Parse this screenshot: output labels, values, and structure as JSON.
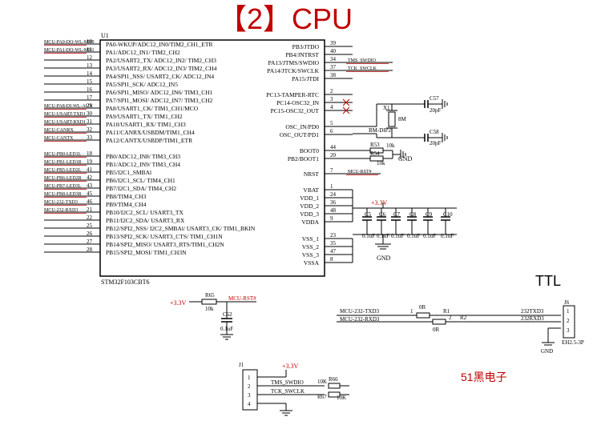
{
  "title": "【2】CPU",
  "ttl_label": "TTL",
  "brand_label": "51黑电子",
  "chip": {
    "ref": "U1",
    "part": "STM32F103CBT6",
    "left_pins": [
      {
        "num": "10",
        "name": "PA0-WKUP/ADC12_IN0/TIM2_CH1_ETR",
        "net": "MCU-PA0-DO-WL-MD0"
      },
      {
        "num": "11",
        "name": "PA1/ADC12_IN1/ TIM2_CH2",
        "net": "MCU-PA1-DO-WL-MD1"
      },
      {
        "num": "12",
        "name": "PA2/USART2_TX/ ADC12_IN2/ TIM2_CH3",
        "net": ""
      },
      {
        "num": "13",
        "name": "PA3/USART2_RX/ ADC12_IN3/ TIM2_CH4",
        "net": ""
      },
      {
        "num": "14",
        "name": "PA4/SPI1_NSS/ USART2_CK/ ADC12_IN4",
        "net": ""
      },
      {
        "num": "15",
        "name": "PA5/SPI1_SCK/ ADC12_IN5",
        "net": ""
      },
      {
        "num": "16",
        "name": "PA6/SPI1_MISO/ ADC12_IN6/ TIM3_CH1",
        "net": ""
      },
      {
        "num": "17",
        "name": "PA7/SPI1_MOSI/ ADC12_IN7/ TIM3_CH2",
        "net": ""
      },
      {
        "num": "29",
        "name": "PA8/USART1_CK/ TIM1_CH1/MCO",
        "net": "MCU-PA8-DI-WL-AUX"
      },
      {
        "num": "30",
        "name": "PA9/USART1_TX/ TIM1_CH2",
        "net": "MCU-USART-TXD1"
      },
      {
        "num": "31",
        "name": "PA10/USART1_RX/ TIM1_CH3",
        "net": "MCU-USART-RXD1"
      },
      {
        "num": "32",
        "name": "PA11/CANRX/USBDM/TIM1_CH4",
        "net": "MCU-CANRX"
      },
      {
        "num": "33",
        "name": "PA12/CANTX/USBDP/TIM1_ETR",
        "net": "MCU-CANTX"
      },
      {
        "num": "18",
        "name": "PB0/ADC12_IN8/ TIM3_CH3",
        "net": "MCU-PB0-LED1L"
      },
      {
        "num": "19",
        "name": "PB1/ADC12_IN9/ TIM3_CH4",
        "net": "MCU-PB1-LED1R"
      },
      {
        "num": "41",
        "name": "PB5/I2C1_SMBAl",
        "net": "MCU-PB5-LED2L"
      },
      {
        "num": "42",
        "name": "PB6/I2C1_SCL/ TIM4_CH1",
        "net": "MCU-PB6-LED2R"
      },
      {
        "num": "43",
        "name": "PB7/I2C1_SDA/ TIM4_CH2",
        "net": "MCU-PB7-LED3L"
      },
      {
        "num": "45",
        "name": "PB8/TIM4_CH3",
        "net": "MCU-PB8-LED3R"
      },
      {
        "num": "46",
        "name": "PB9/TIM4_CH4",
        "net": "MCU-232-TXD3"
      },
      {
        "num": "21",
        "name": "PB10/I2C2_SCL/ USART3_TX",
        "net": "MCU-232-RXD3"
      },
      {
        "num": "22",
        "name": "PB11/I2C2_SDA/ USART3_RX",
        "net": ""
      },
      {
        "num": "25",
        "name": "PB12/SPI2_NSS/ I2C2_SMBAl/ USART3_CK/ TIM1_BKIN",
        "net": ""
      },
      {
        "num": "26",
        "name": "PB13/SPI2_SCK/ USART3_CTS/ TIM1_CH1N",
        "net": ""
      },
      {
        "num": "27",
        "name": "PB14/SPI2_MISO/ USART3_RTS/TIM1_CH2N",
        "net": ""
      },
      {
        "num": "28",
        "name": "PB15/SPI2_MOSI/ TIM1_CH3N",
        "net": ""
      }
    ],
    "right_top": [
      {
        "num": "39",
        "name": "PB3/JTDO",
        "net": ""
      },
      {
        "num": "40",
        "name": "PB4/JNTRST",
        "net": ""
      },
      {
        "num": "34",
        "name": "PA13/JTMS/SWDIO",
        "net": "TMS_SWDIO"
      },
      {
        "num": "37",
        "name": "PA14/JTCK/SWCLK",
        "net": "TCK_SWCLK"
      },
      {
        "num": "38",
        "name": "PA15/JTDI",
        "net": ""
      },
      {
        "num": "2",
        "name": "PC13-TAMPER-RTC",
        "net": ""
      },
      {
        "num": "3",
        "name": "PC14-OSC32_IN",
        "net": ""
      },
      {
        "num": "4",
        "name": "PC15-OSC32_OUT",
        "net": ""
      },
      {
        "num": "5",
        "name": "OSC_IN/PD0",
        "net": ""
      },
      {
        "num": "6",
        "name": "OSC_OUT/PD1",
        "net": ""
      }
    ],
    "right_bottom": [
      {
        "num": "44",
        "name": "BOOT0"
      },
      {
        "num": "20",
        "name": "PB2/BOOT1"
      },
      {
        "num": "7",
        "name": "NRST",
        "net": "MCU-RST#"
      },
      {
        "num": "1",
        "name": "VBAT"
      },
      {
        "num": "24",
        "name": "VDD_1"
      },
      {
        "num": "36",
        "name": "VDD_2"
      },
      {
        "num": "48",
        "name": "VDD_3"
      },
      {
        "num": "9",
        "name": "VDDA"
      },
      {
        "num": "23",
        "name": "VSS_1"
      },
      {
        "num": "35",
        "name": "VSS_2"
      },
      {
        "num": "47",
        "name": "VSS_3"
      },
      {
        "num": "8",
        "name": "VSSA"
      }
    ]
  },
  "crystal": {
    "ref": "X1",
    "value": "8M",
    "part_label": "RM-DIP2"
  },
  "caps_osc": [
    {
      "ref": "C57",
      "value": "20pF"
    },
    {
      "ref": "C58",
      "value": "20pF"
    }
  ],
  "boot_resistors": [
    {
      "ref": "R53",
      "value": "10k"
    },
    {
      "ref": "R54",
      "value": "10k"
    }
  ],
  "gnd_label": "GND",
  "power_label": "+3.3V",
  "decoupling": [
    {
      "ref": "C5",
      "value": "0.1uF"
    },
    {
      "ref": "C6",
      "value": "0.1uF"
    },
    {
      "ref": "C7",
      "value": "0.1uF"
    },
    {
      "ref": "C8",
      "value": "0.1uF"
    },
    {
      "ref": "C9",
      "value": "0.1uF"
    },
    {
      "ref": "C10",
      "value": "0.1uF"
    }
  ],
  "reset": {
    "res_ref": "R65",
    "res_value": "10k",
    "cap_ref": "C62",
    "cap_value": "0.1uF",
    "net": "MCU-RST#"
  },
  "ttl": {
    "r1": {
      "ref": "R1",
      "value": "0R"
    },
    "r2": {
      "ref": "R2",
      "value": "0R"
    },
    "in_tx": "MCU-232-TXD3",
    "in_rx": "MCU-232-RXD3",
    "out_tx": "232TXD3",
    "out_rx": "232RXD3",
    "conn_ref": "J6",
    "conn_part": "EH2.5-3P",
    "pins": [
      "1",
      "2",
      "3"
    ]
  },
  "swd": {
    "conn_ref": "J1",
    "pins": [
      "1",
      "2",
      "3",
      "4"
    ],
    "tms": "TMS_SWDIO",
    "tck": "TCK_SWCLK",
    "r66": {
      "ref": "R66",
      "value": "10K"
    },
    "r67": {
      "ref": "R67",
      "value": "10K"
    }
  }
}
